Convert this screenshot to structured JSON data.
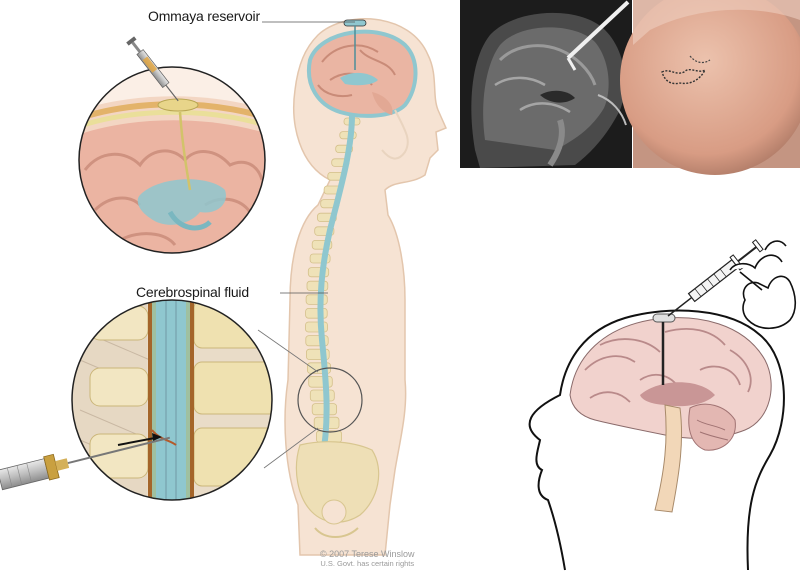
{
  "labels": {
    "ommaya": "Ommaya reservoir",
    "csf": "Cerebrospinal fluid"
  },
  "credit": {
    "line1": "© 2007 Terese Winslow",
    "line2": "U.S. Govt. has certain rights"
  },
  "colors": {
    "skin": "#f5dfcc",
    "skin_outline": "#e2c3a8",
    "brain": "#e8b8a8",
    "csf": "#8fc7cf",
    "bone": "#efe2b8",
    "mri_bg": "#1c1c1c",
    "scalp": "#dca88f",
    "line": "#111111"
  },
  "icons": {
    "syringe_top": "syringe-icon",
    "syringe_bottom": "syringe-icon",
    "syringe_right": "syringe-icon",
    "hand": "hand-icon"
  }
}
